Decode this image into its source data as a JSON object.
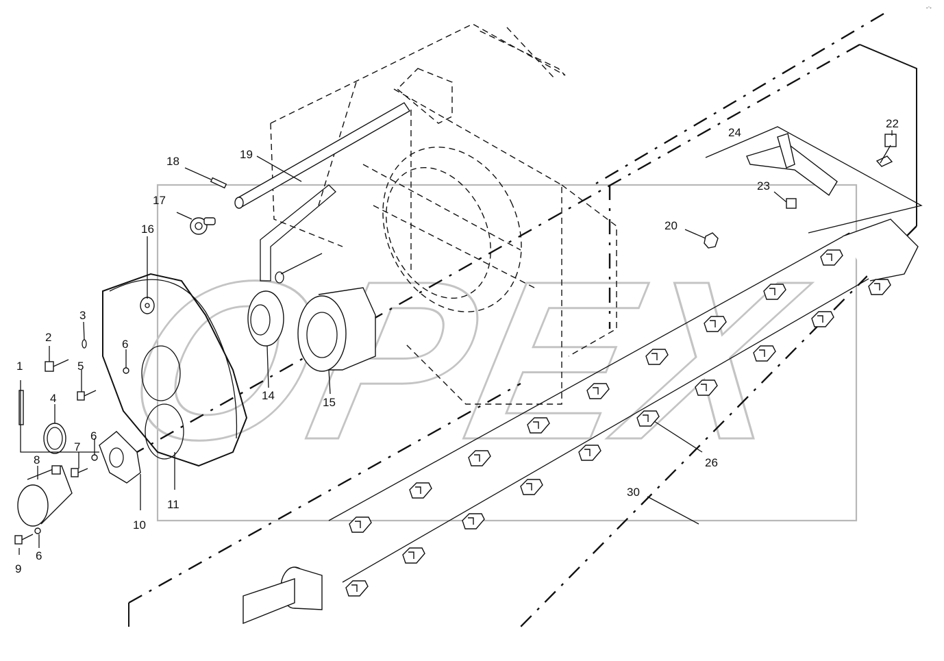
{
  "watermark": {
    "text": "OPEX",
    "color": "#b8b8b8"
  },
  "corner_mark": "•°•",
  "part_labels": [
    {
      "id": "1",
      "text": "1"
    },
    {
      "id": "2",
      "text": "2"
    },
    {
      "id": "3",
      "text": "3"
    },
    {
      "id": "4",
      "text": "4"
    },
    {
      "id": "5",
      "text": "5"
    },
    {
      "id": "6a",
      "text": "6"
    },
    {
      "id": "6b",
      "text": "6"
    },
    {
      "id": "6c",
      "text": "6"
    },
    {
      "id": "7",
      "text": "7"
    },
    {
      "id": "8",
      "text": "8"
    },
    {
      "id": "9",
      "text": "9"
    },
    {
      "id": "10",
      "text": "10"
    },
    {
      "id": "11",
      "text": "11"
    },
    {
      "id": "14",
      "text": "14"
    },
    {
      "id": "15",
      "text": "15"
    },
    {
      "id": "16",
      "text": "16"
    },
    {
      "id": "17",
      "text": "17"
    },
    {
      "id": "18",
      "text": "18"
    },
    {
      "id": "19",
      "text": "19"
    },
    {
      "id": "20",
      "text": "20"
    },
    {
      "id": "22",
      "text": "22"
    },
    {
      "id": "23",
      "text": "23"
    },
    {
      "id": "24",
      "text": "24"
    },
    {
      "id": "26",
      "text": "26"
    },
    {
      "id": "30",
      "text": "30"
    }
  ]
}
